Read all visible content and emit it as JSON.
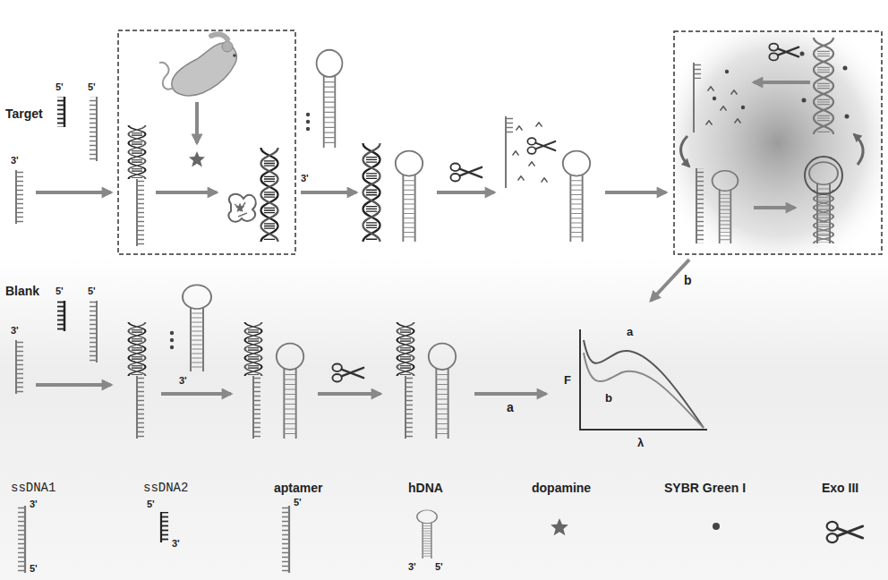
{
  "diagram": {
    "labels": [
      "Target",
      "5'",
      "5'",
      "3'",
      "3'",
      "b",
      "Blank",
      "5'",
      "5'",
      "3'",
      "3'",
      "a",
      "a",
      "b",
      "F",
      "λ",
      "3'",
      "5'",
      "5'",
      "3'",
      "5'",
      "3'",
      "5'"
    ],
    "legend": [
      {
        "text": "ssDNA1"
      },
      {
        "text": "ssDNA2"
      },
      {
        "text": "aptamer"
      },
      {
        "text": "hDNA"
      },
      {
        "text": "dopamine"
      },
      {
        "text": "SYBR Green I"
      },
      {
        "text": "Exo III"
      }
    ]
  }
}
